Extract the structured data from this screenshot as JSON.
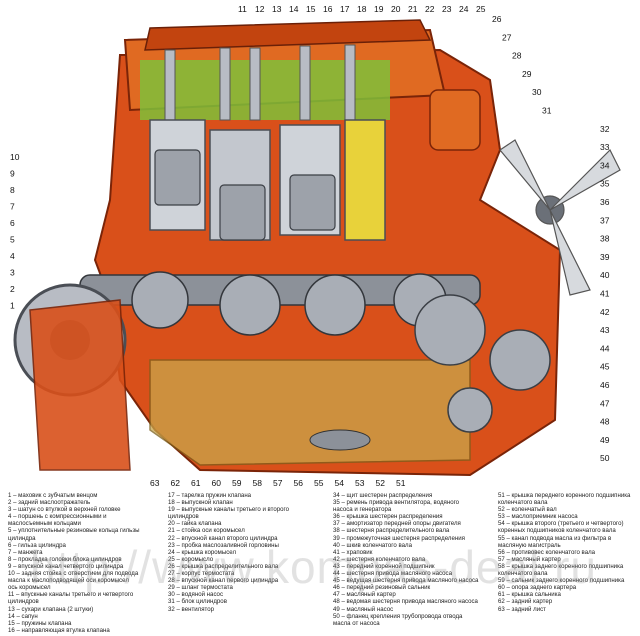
{
  "diagram": {
    "top_numbers": [
      "11",
      "12",
      "13",
      "14",
      "15",
      "16",
      "17",
      "18",
      "19",
      "20",
      "21",
      "22",
      "23",
      "24",
      "25"
    ],
    "right_numbers": [
      "26",
      "27",
      "28",
      "29",
      "30",
      "31",
      "32",
      "33",
      "34",
      "35",
      "36",
      "37",
      "38",
      "39",
      "40",
      "41",
      "42",
      "43",
      "44",
      "45",
      "46",
      "47",
      "48",
      "49",
      "50"
    ],
    "left_numbers": [
      "10",
      "9",
      "8",
      "7",
      "6",
      "5",
      "4",
      "3",
      "2",
      "1"
    ],
    "bottom_numbers": [
      "63",
      "62",
      "61",
      "60",
      "59",
      "58",
      "57",
      "56",
      "55",
      "54",
      "53",
      "52",
      "51"
    ]
  },
  "legend": {
    "col1": [
      "1 – маховик с зубчатым венцом",
      "2 – задний маслоотражатель",
      "3 – шатун со втулкой в верхней головке",
      "4 – поршень с компрессионными и",
      "      маслосъемным кольцами",
      "5 – уплотнительные резиновые кольца гильзы",
      "      цилиндра",
      "6 – гильза цилиндра",
      "7 – манжета",
      "8 – прокладка головки блока цилиндров",
      "9 – впускной канал четвертого цилиндра",
      "10 – задняя стойка с отверстием для подвода",
      "      масла к маслоподводящей оси коромысел",
      "      ось коромысел",
      "11 – впускные каналы третьего и четвертого",
      "      цилиндров",
      "13 – сухари клапана (2 штуки)",
      "14 – сапун",
      "15 – пружины клапана",
      "16 – направляющая втулка клапана"
    ],
    "col2": [
      "17 – тарелка пружин клапана",
      "18 – выпускной клапан",
      "19 – выпускные каналы третьего и второго",
      "      цилиндров",
      "20 – гайка клапана",
      "21 – стойка оси коромысел",
      "22 – впускной канал второго цилиндра",
      "23 – пробка маслозаливной горловины",
      "24 – крышка коромысел",
      "25 – коромысло",
      "26 – крышка распределительного вала",
      "27 – корпус термостата",
      "28 – впускной канал первого цилиндра",
      "29 – шланг термостата",
      "30 – водяной насос",
      "31 – блок цилиндров",
      "32 – вентилятор"
    ],
    "col3": [
      "34 – щит шестерен распределения",
      "35 – ремень привода вентилятора, водяного",
      "      насоса и генератора",
      "36 – крышка шестерен распределения",
      "37 – амортизатор передней опоры двигателя",
      "38 – шестерня распределительного вала",
      "39 – промежуточная шестерня распределения",
      "40 – шкив коленчатого вала",
      "41 – храповик",
      "42 – шестерня коленчатого вала",
      "43 – передний коренной подшипник",
      "44 – шестерня привода масляного насоса",
      "45 – ведущая шестерня привода масляного насоса",
      "46 – передний резиновый сальник",
      "47 – масляный картер",
      "48 – ведомая шестерня привода масляного насоса",
      "49 – масляный насос",
      "50 – фланец крепления трубопровода отвода",
      "      масла от насоса"
    ],
    "col4": [
      "51 – крышка переднего коренного подшипника",
      "      коленчатого вала",
      "52 – коленчатый вал",
      "53 – маслоприемник насоса",
      "54 – крышка второго (третьего и четвертого)",
      "      коренных подшипников коленчатого вала",
      "55 – канал подвода масла из фильтра в",
      "      масляную магистраль",
      "56 – противовес коленчатого вала",
      "57 – масляный картер",
      "58 – крышка заднего коренного подшипника",
      "      коленчатого вала",
      "59 – сальник заднего коренного подшипника",
      "60 – опора заднего картера",
      "61 – крышка сальника",
      "62 – задний картер",
      "63 – задний лист"
    ]
  },
  "watermark": "http://www.kompas-deal.ru",
  "colors": {
    "block_orange": "#d9501a",
    "block_dark": "#8a2a0a",
    "head_orange": "#e06a22",
    "green": "#7fbf3a",
    "yellow": "#e8d23a",
    "steel": "#b8bcc4",
    "steel_dark": "#6b7078",
    "oil": "#c9a64a"
  }
}
